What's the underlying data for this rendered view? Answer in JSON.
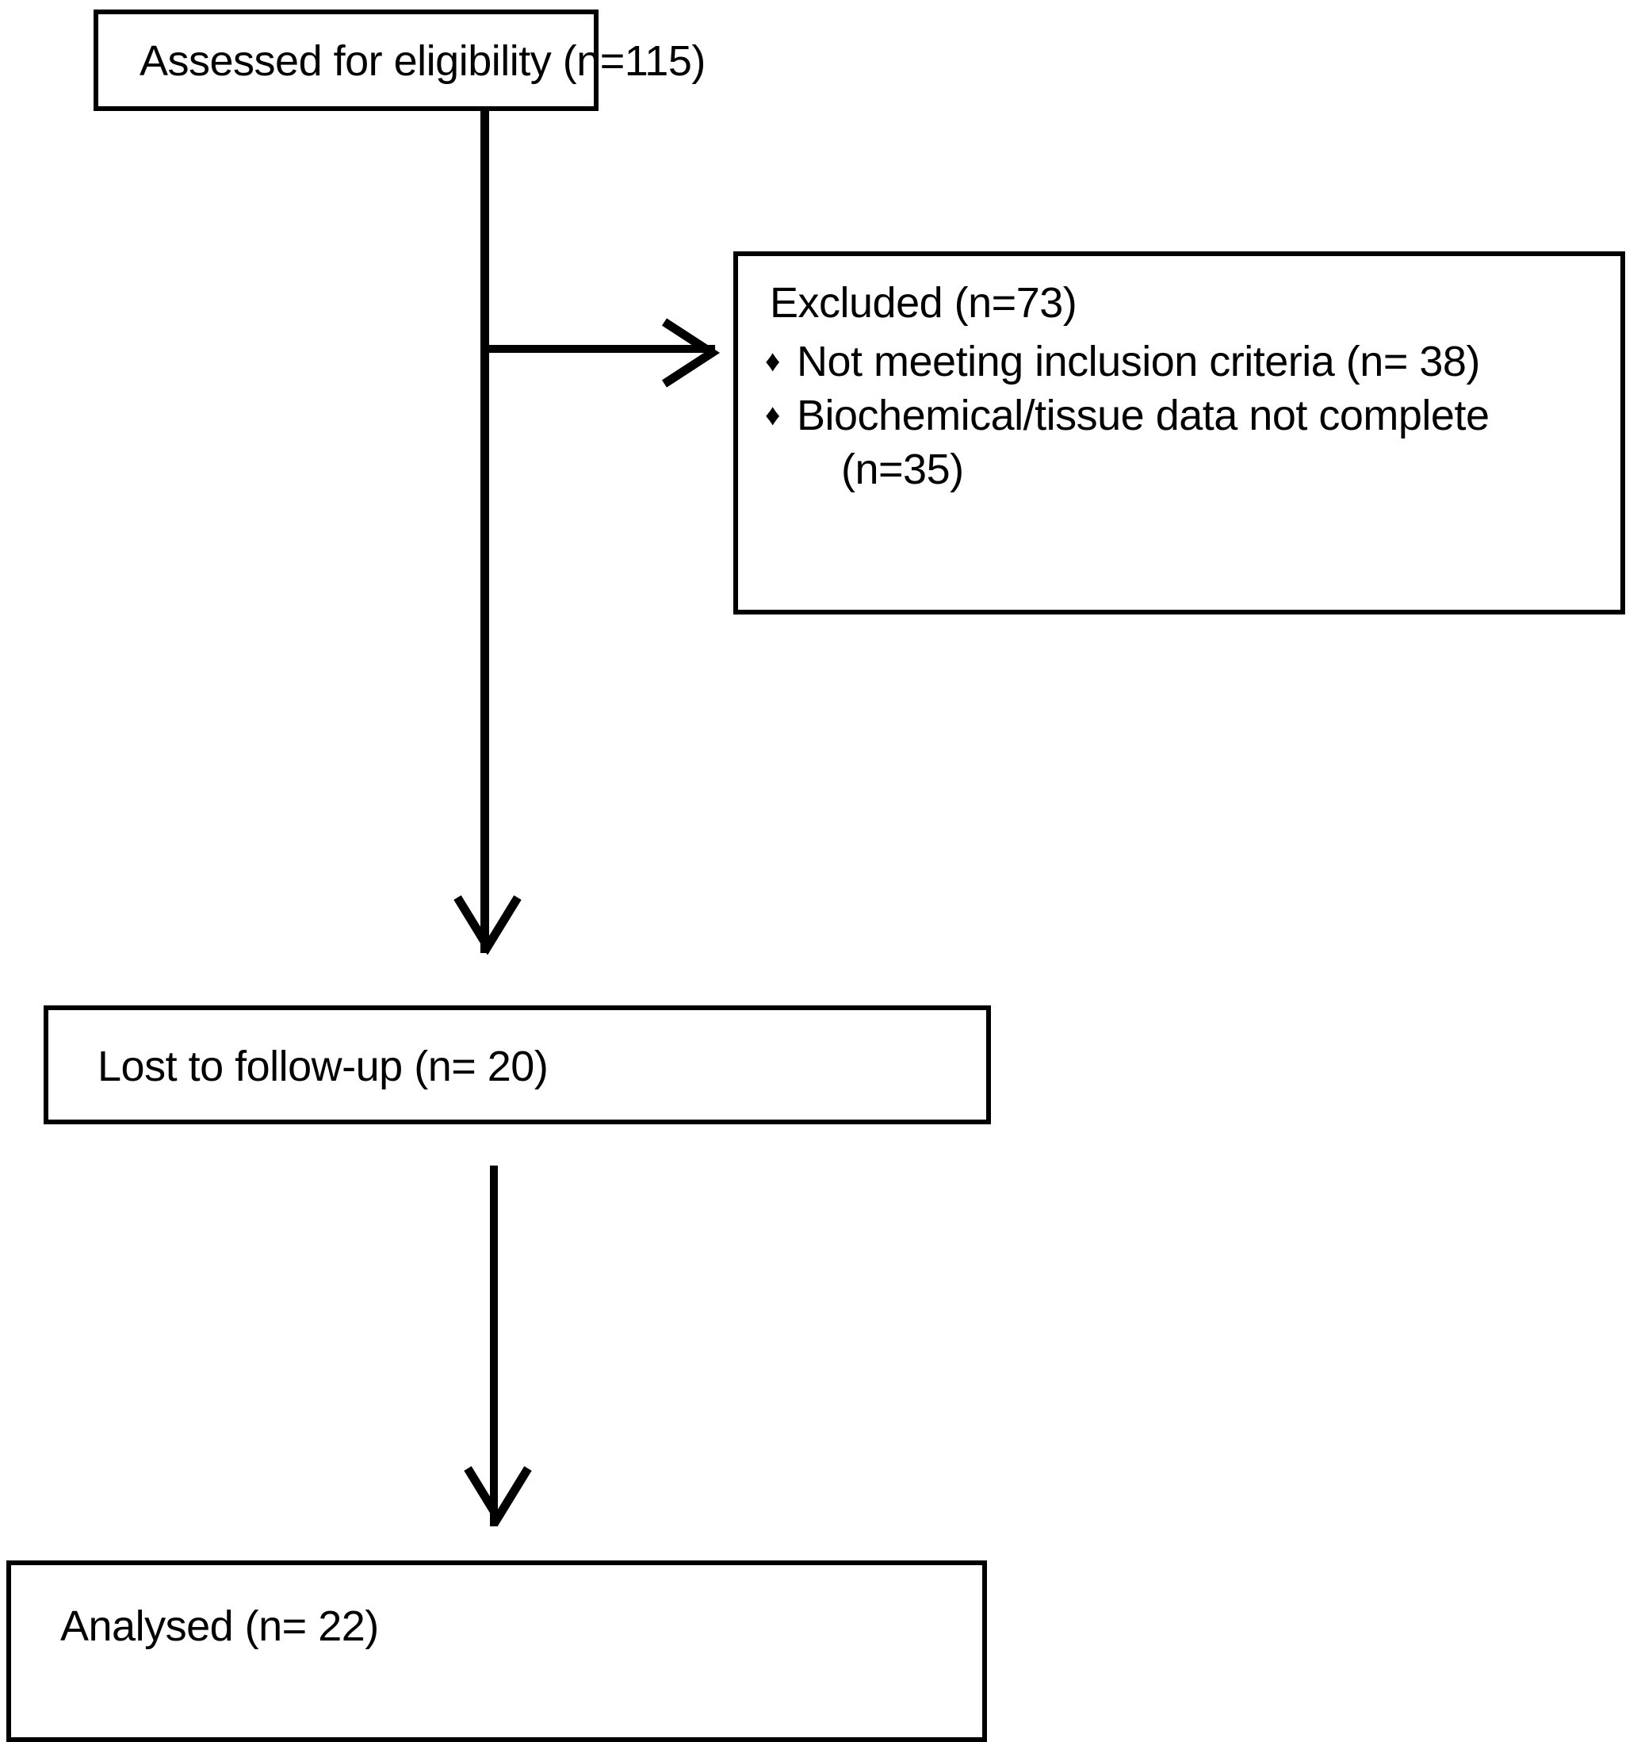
{
  "diagram": {
    "title": "CONSORT participant flow diagram",
    "nodes": {
      "assessed": {
        "label": "Assessed for eligibility (n=115)"
      },
      "excluded": {
        "title": "Excluded  (n=73)",
        "bullets": [
          {
            "marker": "♦",
            "text": "Not meeting inclusion criteria (n= 38)"
          },
          {
            "marker": "♦",
            "text": "Biochemical/tissue data not complete",
            "continuation": "(n=35)"
          }
        ]
      },
      "lost_to_followup": {
        "label": "Lost to follow-up  (n= 20)"
      },
      "analysed": {
        "label": "Analysed  (n= 22)"
      }
    },
    "connectors": [
      {
        "name": "assessed-to-lost",
        "type": "vertical-arrow",
        "direction": "down"
      },
      {
        "name": "assessed-to-excluded",
        "type": "horizontal-arrow",
        "direction": "right"
      },
      {
        "name": "lost-to-analysed",
        "type": "vertical-arrow",
        "direction": "down"
      }
    ],
    "colors": {
      "stroke": "#000000",
      "fill": "#ffffff",
      "text": "#000000"
    }
  },
  "chart_data": {
    "type": "diagram",
    "title": "Participant flow",
    "nodes": [
      {
        "id": "assessed",
        "label": "Assessed for eligibility",
        "n": 115
      },
      {
        "id": "excluded",
        "label": "Excluded",
        "n": 73
      },
      {
        "id": "not_meeting",
        "label": "Not meeting inclusion criteria",
        "n": 38
      },
      {
        "id": "incomplete_data",
        "label": "Biochemical/tissue data not complete",
        "n": 35
      },
      {
        "id": "lost",
        "label": "Lost to follow-up",
        "n": 20
      },
      {
        "id": "analysed",
        "label": "Analysed",
        "n": 22
      }
    ],
    "edges": [
      {
        "from": "assessed",
        "to": "excluded"
      },
      {
        "from": "assessed",
        "to": "lost"
      },
      {
        "from": "lost",
        "to": "analysed"
      }
    ]
  }
}
